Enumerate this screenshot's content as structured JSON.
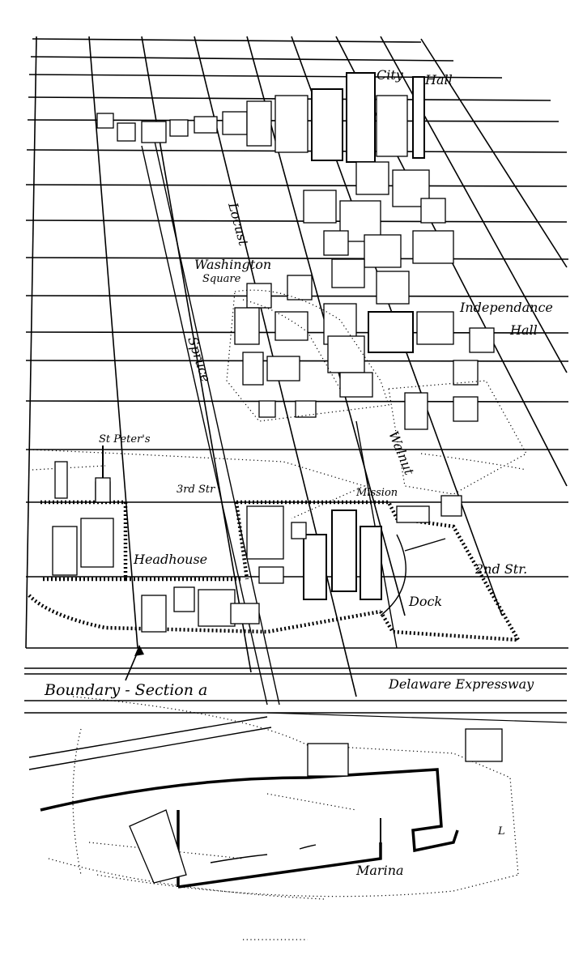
{
  "labels": {
    "city_hall_1": "City",
    "city_hall_2": "Hall",
    "locust": "Locust",
    "washington_1": "Washington",
    "washington_2": "Square",
    "independance_1": "Independance",
    "independance_2": "Hall",
    "spruce": "Spruce",
    "walnut": "Walnut",
    "st_peters": "St Peter's",
    "third_str": "3rd Str",
    "mission": "Mission",
    "headhouse": "Headhouse",
    "second_str": "2nd Str.",
    "dock": "Dock",
    "boundary": "Boundary - Section a",
    "expressway": "Delaware Expressway",
    "marina": "Marina",
    "corner_mark": "L"
  }
}
